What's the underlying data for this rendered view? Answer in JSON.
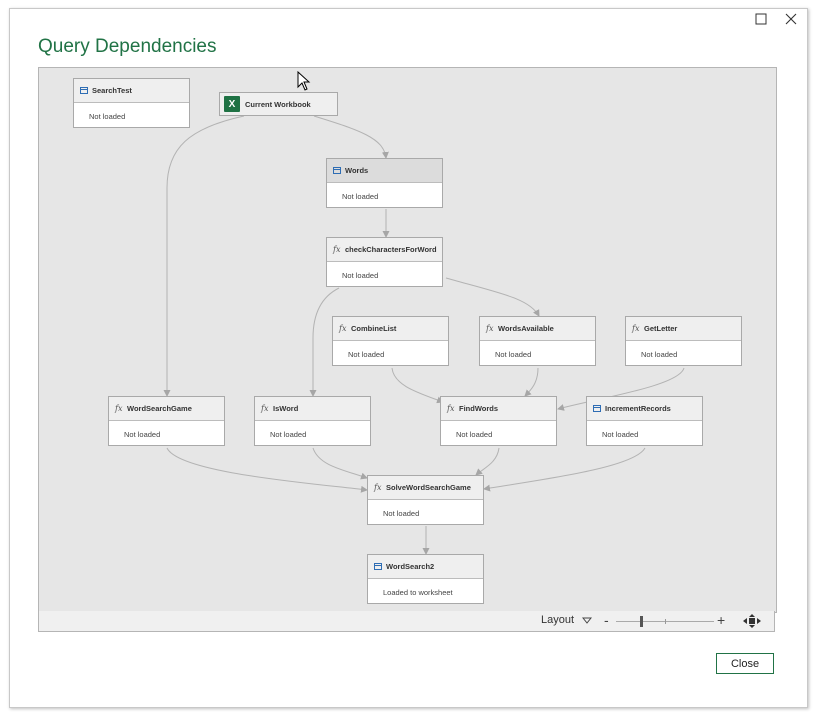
{
  "dialog": {
    "title": "Query Dependencies",
    "close_label": "Close"
  },
  "source": {
    "name": "Current Workbook",
    "icon": "excel-icon",
    "icon_glyph": "X"
  },
  "nodes": [
    {
      "id": "searchtest",
      "name": "SearchTest",
      "status": "Not loaded",
      "icon": "table-icon"
    },
    {
      "id": "words",
      "name": "Words",
      "status": "Not loaded",
      "icon": "table-icon"
    },
    {
      "id": "checkcharacters",
      "name": "checkCharactersForWord",
      "status": "Not loaded",
      "icon": "function-icon"
    },
    {
      "id": "combinelist",
      "name": "CombineList",
      "status": "Not loaded",
      "icon": "function-icon"
    },
    {
      "id": "wordsavailable",
      "name": "WordsAvailable",
      "status": "Not loaded",
      "icon": "function-icon"
    },
    {
      "id": "getletter",
      "name": "GetLetter",
      "status": "Not loaded",
      "icon": "function-icon"
    },
    {
      "id": "wordsearchgame",
      "name": "WordSearchGame",
      "status": "Not loaded",
      "icon": "function-icon"
    },
    {
      "id": "isword",
      "name": "IsWord",
      "status": "Not loaded",
      "icon": "function-icon"
    },
    {
      "id": "findwords",
      "name": "FindWords",
      "status": "Not loaded",
      "icon": "function-icon"
    },
    {
      "id": "incrementrecords",
      "name": "IncrementRecords",
      "status": "Not loaded",
      "icon": "table-icon"
    },
    {
      "id": "solvewordsearchgame",
      "name": "SolveWordSearchGame",
      "status": "Not loaded",
      "icon": "function-icon"
    },
    {
      "id": "wordsearch2",
      "name": "WordSearch2",
      "status": "Loaded to worksheet",
      "icon": "table-icon"
    }
  ],
  "function_glyph": "fx",
  "toolbar": {
    "layout_label": "Layout",
    "zoom_out": "-",
    "zoom_in": "+",
    "zoom_level": 0.25
  },
  "colors": {
    "accent": "#217346",
    "canvas": "#e6e6e6",
    "edge": "#aaaaaa"
  }
}
